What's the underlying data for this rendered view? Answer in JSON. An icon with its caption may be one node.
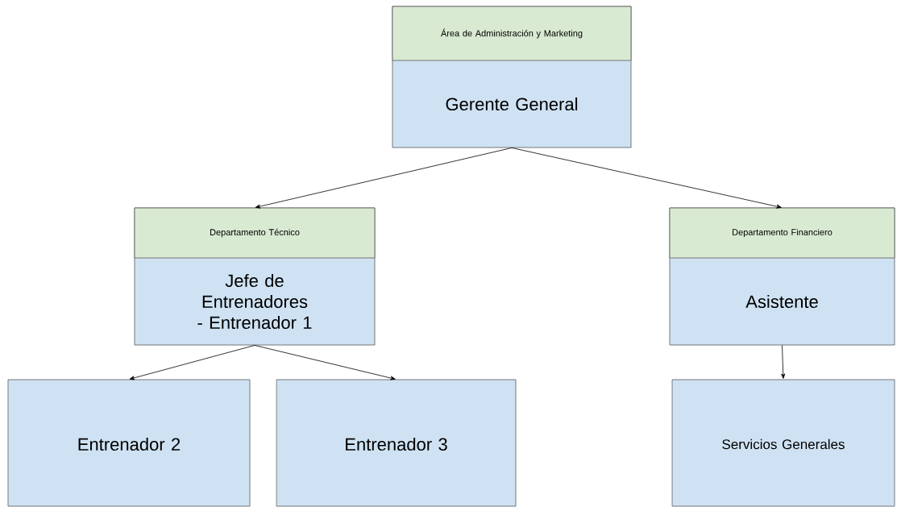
{
  "diagram": {
    "nodes": [
      {
        "text": [
          "Área de Administración y Marketing",
          "Gerente General"
        ]
      },
      {
        "text": [
          "Departamento Técnico",
          "Jefe de Entrenadores - Entrenador 1"
        ]
      },
      {
        "text": [
          "Departamento Financiero",
          "Asistente"
        ]
      },
      {
        "text": [
          "Entrenador 2"
        ]
      },
      {
        "text": [
          "Entrenador 3"
        ]
      },
      {
        "text": [
          "Servicios Generales"
        ]
      }
    ],
    "edges": [
      {
        "from": 0,
        "to": 1,
        "arrow": "to"
      },
      {
        "from": 0,
        "to": 2,
        "arrow": "to"
      },
      {
        "from": 1,
        "to": 3,
        "arrow": "to"
      },
      {
        "from": 1,
        "to": 4,
        "arrow": "to"
      },
      {
        "from": 2,
        "to": 5,
        "arrow": "to"
      }
    ]
  }
}
